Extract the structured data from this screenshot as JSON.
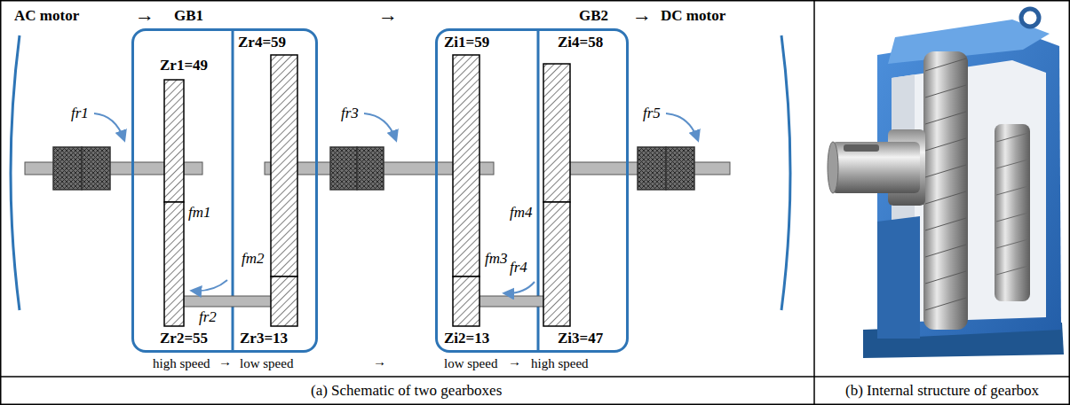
{
  "diagram": {
    "nodes": [
      {
        "text": [
          "Zr1=49",
          "Zr4=59",
          "fm1",
          "fm2",
          "fr2",
          "Zr2=55",
          "Zr3=13"
        ]
      },
      {
        "text": [
          "Zi1=59",
          "Zi4=58",
          "fm3",
          "fm4",
          "fr4",
          "Zi2=13",
          "Zi3=47"
        ]
      }
    ],
    "labels": [
      "AC motor",
      "→",
      "GB1",
      "→",
      "GB2",
      "→",
      "DC motor",
      "fr1",
      "fr3",
      "fr5",
      "high speed",
      "→",
      "low speed",
      "→",
      "low speed",
      "→",
      "high speed",
      "(a) Schematic of two gearboxes",
      "(b) Internal structure of gearbox"
    ]
  }
}
